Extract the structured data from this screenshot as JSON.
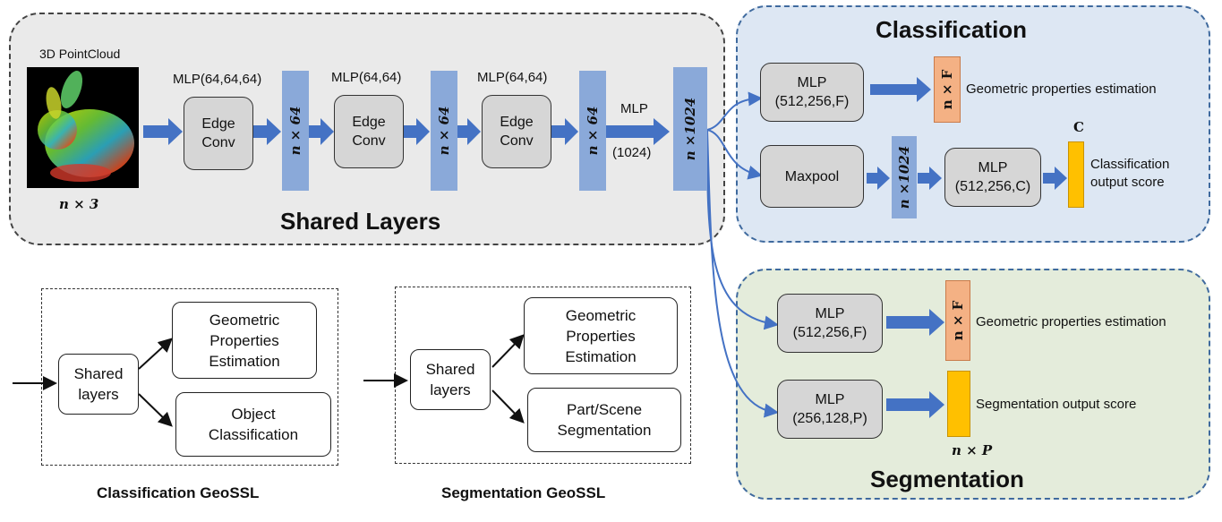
{
  "shared": {
    "title": "Shared Layers",
    "input_label": "3D PointCloud",
    "input_dim": "n × 3",
    "mlp1_label": "MLP(64,64,64)",
    "mlp2_label": "MLP(64,64)",
    "mlp3_label": "MLP(64,64)",
    "edgeconv_label": "Edge\nConv",
    "dim64": "n × 64",
    "mlp_final_label": "MLP",
    "mlp_final_dim": "(1024)",
    "dim1024": "n ×1024"
  },
  "classification": {
    "title": "Classification",
    "mlp_geo": "MLP\n(512,256,F)",
    "dim_f": "n × F",
    "geo_label": "Geometric properties estimation",
    "maxpool": "Maxpool",
    "dim1024": "n ×1024",
    "mlp_cls": "MLP\n(512,256,C)",
    "c_label": "C",
    "output_label": "Classification\noutput score"
  },
  "segmentation": {
    "title": "Segmentation",
    "mlp_geo": "MLP\n(512,256,F)",
    "dim_f": "n × F",
    "geo_label": "Geometric properties estimation",
    "mlp_seg": "MLP\n(256,128,P)",
    "output_label": "Segmentation output score",
    "dim_p": "n × P"
  },
  "cls_geossl": {
    "caption": "Classification GeoSSL",
    "shared": "Shared\nlayers",
    "geo": "Geometric\nProperties\nEstimation",
    "task": "Object\nClassification"
  },
  "seg_geossl": {
    "caption": "Segmentation GeoSSL",
    "shared": "Shared\nlayers",
    "geo": "Geometric\nProperties\nEstimation",
    "task": "Part/Scene\nSegmentation"
  },
  "colors": {
    "arrow_blue": "#4472c4",
    "dim_block": "#8aa9d9",
    "orange_block": "#f4b184",
    "yellow_block": "#ffc000",
    "shared_bg": "#eaeaea",
    "cls_bg": "#dde7f3",
    "seg_bg": "#e4ecdb"
  }
}
